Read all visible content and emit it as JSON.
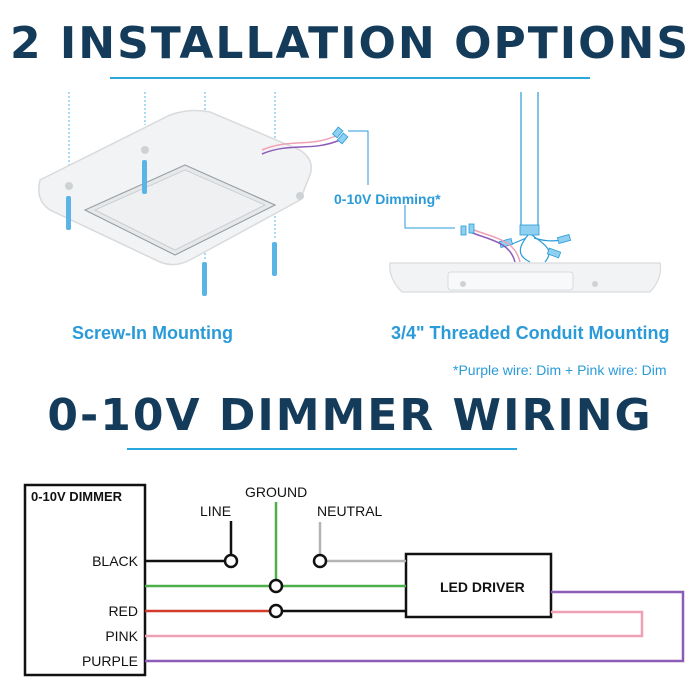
{
  "section1": {
    "title": "2 INSTALLATION OPTIONS",
    "options": [
      {
        "label": "Screw-In Mounting"
      },
      {
        "label": "3/4\" Threaded Conduit Mounting"
      }
    ],
    "callout": "0-10V Dimming*",
    "footnote": "*Purple wire: Dim +   Pink wire: Dim"
  },
  "section2": {
    "title": "0-10V DIMMER WIRING",
    "dimmer_box_title": "0-10V DIMMER",
    "driver_box_title": "LED DRIVER",
    "dimmer_wires": [
      "BLACK",
      "RED",
      "PINK",
      "PURPLE"
    ],
    "supply_labels": {
      "line": "LINE",
      "ground": "GROUND",
      "neutral": "NEUTRAL"
    }
  },
  "colors": {
    "heading": "#143c5a",
    "accent": "#29a8e0",
    "black_wire": "#111111",
    "green_wire": "#4cb04a",
    "red_wire": "#d23a2a",
    "pink_wire": "#f0a0b4",
    "purple_wire": "#8c5cb8",
    "neutral_wire": "#b4b4b4"
  }
}
